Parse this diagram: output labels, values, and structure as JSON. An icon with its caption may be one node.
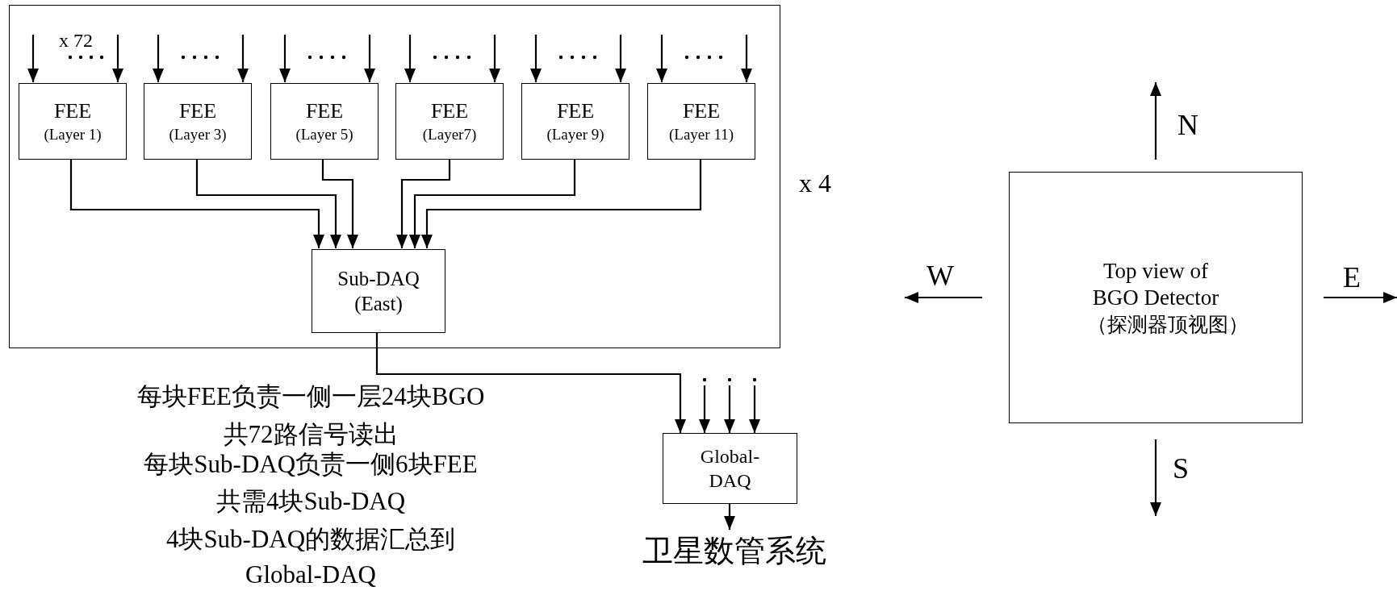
{
  "diagram": {
    "nodes": [
      {
        "text": [],
        "shape": "box",
        "beside": [
          "x 4"
        ]
      },
      {
        "text": [
          "FEE",
          "(Layer 1)"
        ],
        "in": 0
      },
      {
        "text": [
          "FEE",
          "(Layer 3)"
        ],
        "in": 0
      },
      {
        "text": [
          "FEE",
          "(Layer 5)"
        ],
        "in": 0
      },
      {
        "text": [
          "FEE",
          "(Layer7)"
        ],
        "in": 0
      },
      {
        "text": [
          "FEE",
          "(Layer 9)"
        ],
        "in": 0
      },
      {
        "text": [
          "FEE",
          "(Layer 11)"
        ],
        "in": 0
      },
      {
        "text": [
          "Sub-DAQ",
          "(East)"
        ],
        "in": 0
      },
      {
        "text": [
          "Global-DAQ"
        ]
      },
      {
        "text": [
          "卫星数管系统"
        ]
      },
      {
        "text": [
          "Top view of BGO Detector",
          "（探测器顶视图）"
        ]
      }
    ],
    "edges": [
      {
        "from": null,
        "to": 1,
        "arrow": "to"
      },
      {
        "from": null,
        "to": 1,
        "arrow": "to"
      },
      {
        "from": null,
        "to": 2,
        "arrow": "to"
      },
      {
        "from": null,
        "to": 2,
        "arrow": "to"
      },
      {
        "from": null,
        "to": 3,
        "arrow": "to"
      },
      {
        "from": null,
        "to": 3,
        "arrow": "to"
      },
      {
        "from": null,
        "to": 4,
        "arrow": "to"
      },
      {
        "from": null,
        "to": 4,
        "arrow": "to"
      },
      {
        "from": null,
        "to": 5,
        "arrow": "to"
      },
      {
        "from": null,
        "to": 5,
        "arrow": "to"
      },
      {
        "from": null,
        "to": 6,
        "arrow": "to"
      },
      {
        "from": null,
        "to": 6,
        "arrow": "to"
      },
      {
        "from": 1,
        "to": 7,
        "arrow": "to"
      },
      {
        "from": 2,
        "to": 7,
        "arrow": "to"
      },
      {
        "from": 3,
        "to": 7,
        "arrow": "to"
      },
      {
        "from": 4,
        "to": 7,
        "arrow": "to"
      },
      {
        "from": 5,
        "to": 7,
        "arrow": "to"
      },
      {
        "from": 6,
        "to": 7,
        "arrow": "to"
      },
      {
        "from": 7,
        "to": 8,
        "arrow": "to"
      },
      {
        "from": null,
        "to": 8,
        "arrow": "to"
      },
      {
        "from": null,
        "to": 8,
        "arrow": "to"
      },
      {
        "from": null,
        "to": 8,
        "arrow": "to"
      },
      {
        "from": 8,
        "to": 9,
        "arrow": "to"
      }
    ],
    "labels": [
      "x 72",
      "每块FEE负责一侧一层24块BGO",
      "共72路信号读出",
      "每块Sub-DAQ负责一侧6块FEE",
      "共需4块Sub-DAQ",
      "4块Sub-DAQ的数据汇总到",
      "Global-DAQ",
      "N",
      "W",
      "E",
      "S"
    ]
  }
}
